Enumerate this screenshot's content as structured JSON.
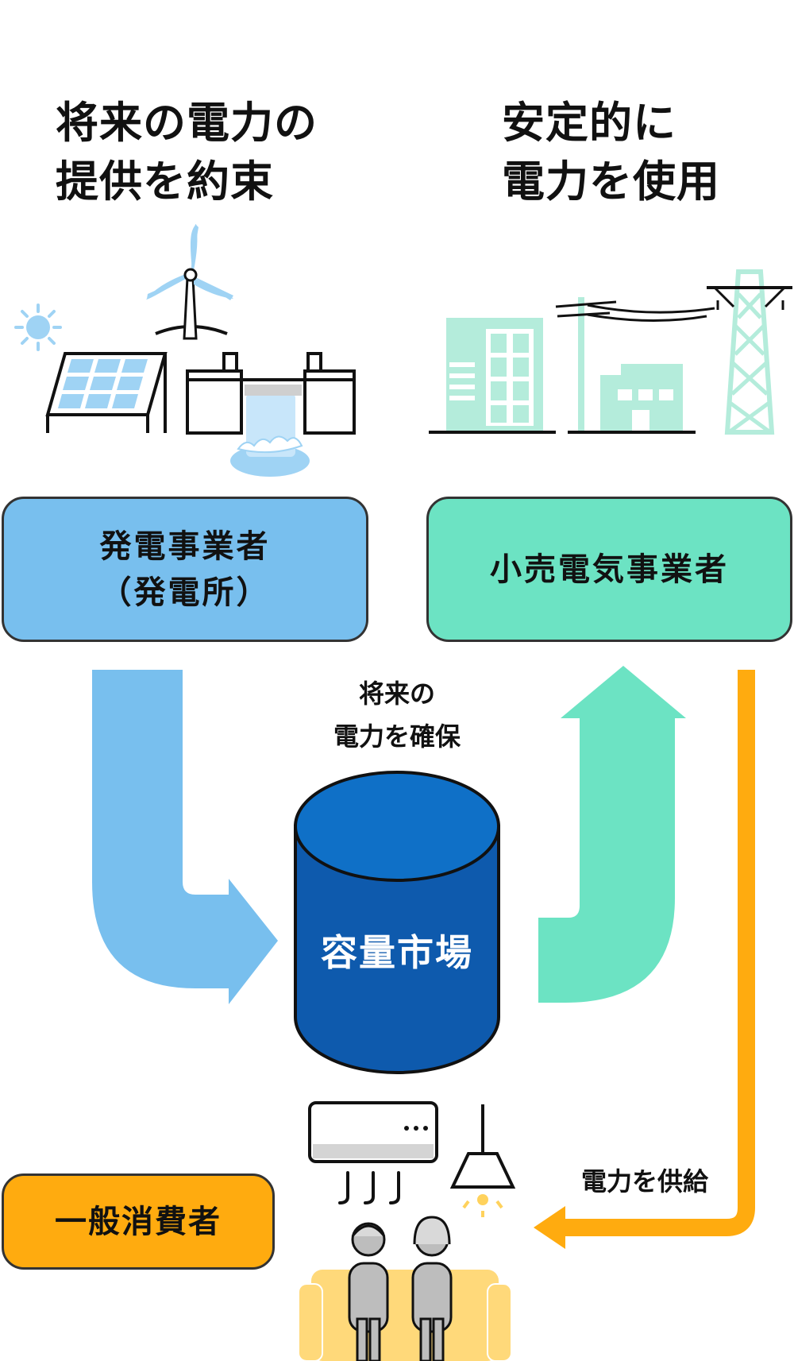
{
  "headings": {
    "left": [
      "将来の電力の",
      "提供を約束"
    ],
    "right": [
      "安定的に",
      "電力を使用"
    ]
  },
  "actors": {
    "generator": [
      "発電事業者",
      "（発電所）"
    ],
    "retailer": [
      "小売電気事業者"
    ],
    "consumer": [
      "一般消費者"
    ]
  },
  "market": {
    "label": "容量市場"
  },
  "flows": {
    "secure_future": [
      "将来の",
      "電力を確保"
    ],
    "supply": [
      "電力を供給"
    ]
  },
  "colors": {
    "generator_blue": "#78bfee",
    "retailer_green": "#6ce3c3",
    "consumer_orange": "#ffab0f",
    "market_blue": "#0e5aad",
    "market_top": "#0f70c7",
    "building_mint": "#b4ecdb",
    "outline": "#333333"
  },
  "icons": {
    "generation": [
      "sun-icon",
      "wind-turbine-icon",
      "solar-panel-icon",
      "dam-icon"
    ],
    "retail": [
      "office-building-icon",
      "utility-pole-icon",
      "factory-icon",
      "transmission-tower-icon"
    ],
    "household": [
      "air-conditioner-icon",
      "ceiling-lamp-icon",
      "family-on-sofa-icon"
    ]
  }
}
